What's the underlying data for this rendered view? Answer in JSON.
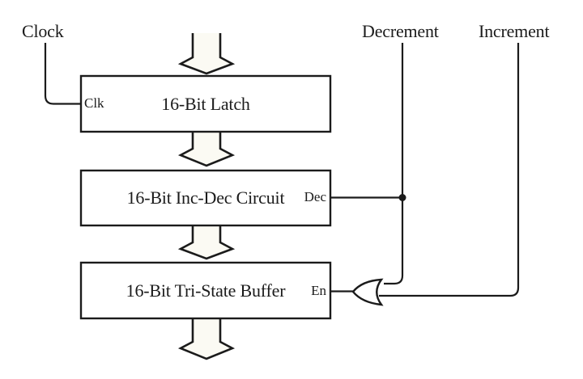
{
  "diagram": {
    "type": "block-diagram",
    "signals": {
      "clock": "Clock",
      "decrement": "Decrement",
      "increment": "Increment"
    },
    "blocks": [
      {
        "label": "16-Bit Latch",
        "port": "Clk",
        "port_side": "left"
      },
      {
        "label": "16-Bit Inc-Dec Circuit",
        "port": "Dec",
        "port_side": "right"
      },
      {
        "label": "16-Bit Tri-State Buffer",
        "port": "En",
        "port_side": "right"
      }
    ],
    "gate": {
      "type": "OR",
      "inputs": [
        "Decrement",
        "Increment"
      ],
      "output_to": "En"
    },
    "colors": {
      "stroke": "#1b1b1b",
      "text": "#1b1b1b",
      "background": "#ffffff",
      "arrow_fill": "#fbfaf3"
    }
  }
}
